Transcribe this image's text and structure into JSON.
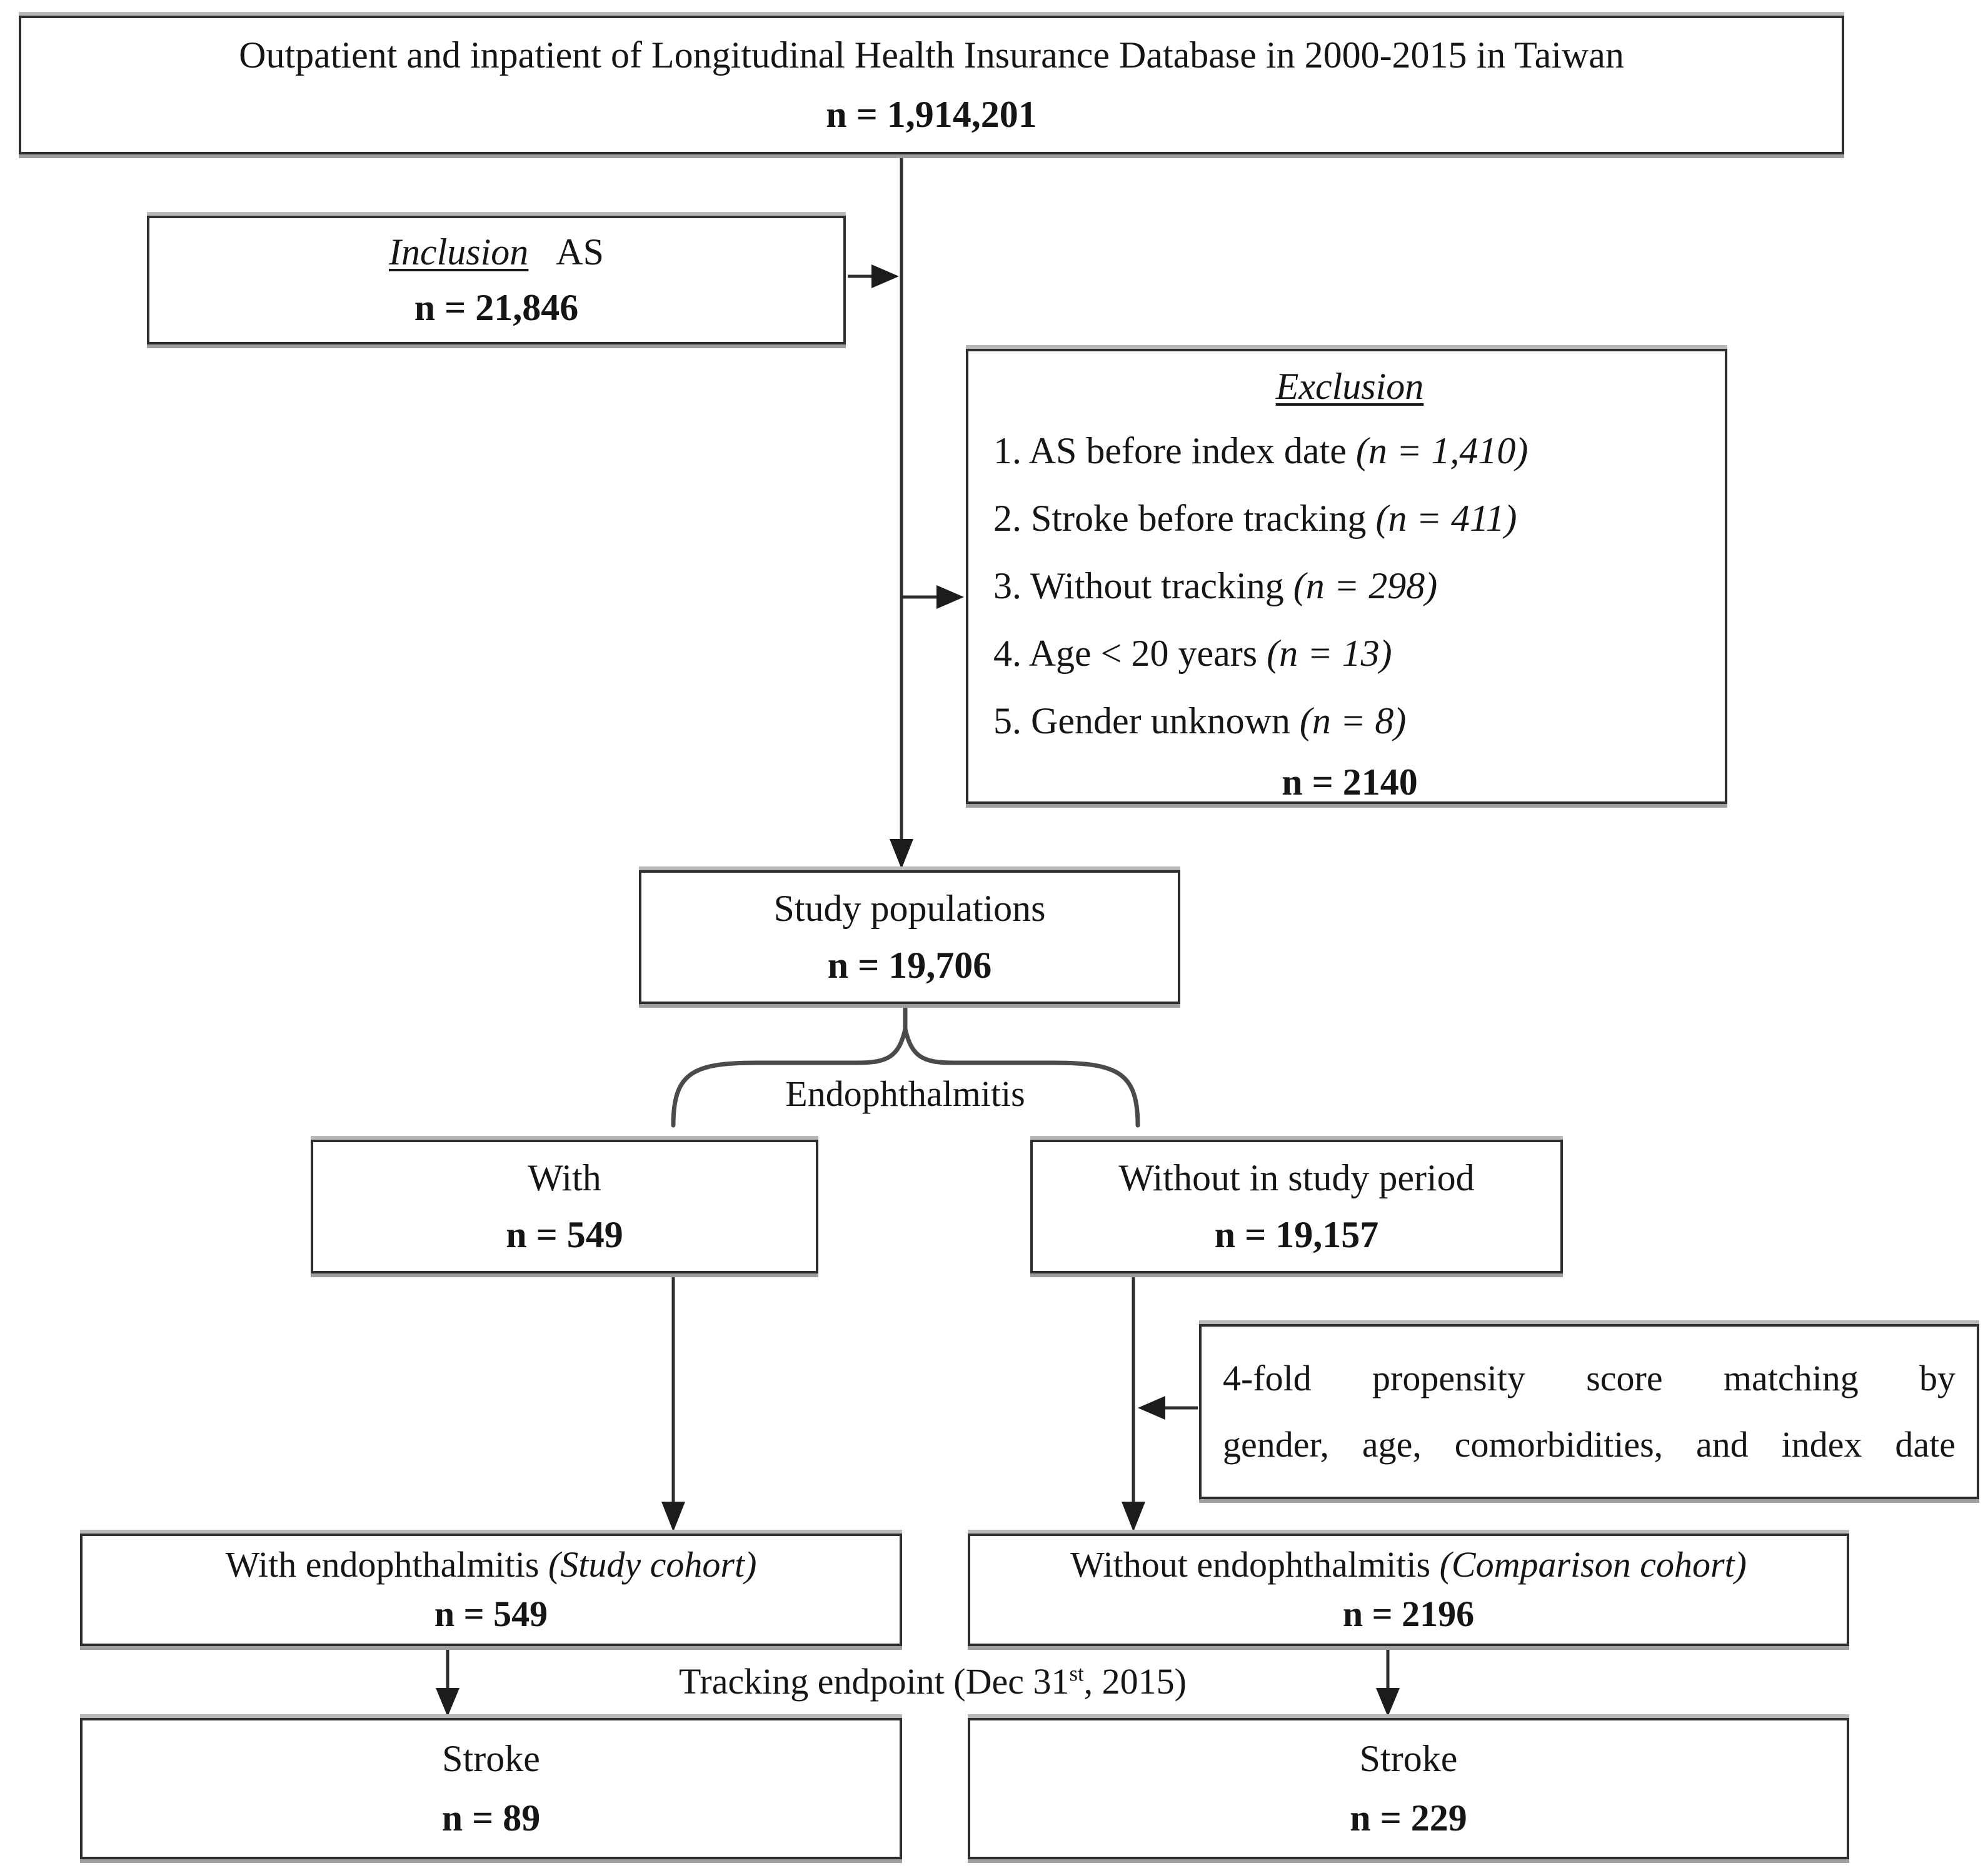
{
  "palette": {
    "ink": "#151515",
    "line": "#2f2f2f",
    "shadow": "#9e9e9e"
  },
  "top_box": {
    "line1": "Outpatient and inpatient of Longitudinal Health Insurance Database in 2000-2015 in Taiwan",
    "n": "n = 1,914,201"
  },
  "inclusion_box": {
    "title_underlined": "Inclusion",
    "title_rest": "AS",
    "n": "n = 21,846"
  },
  "exclusion_box": {
    "title": "Exclusion",
    "items": [
      {
        "text": "1. AS before index date ",
        "note": "(n = 1,410)"
      },
      {
        "text": "2. Stroke before tracking ",
        "note": "(n = 411)"
      },
      {
        "text": "3. Without tracking ",
        "note": "(n = 298)"
      },
      {
        "text": "4. Age < 20 years ",
        "note": "(n = 13)"
      },
      {
        "text": "5. Gender unknown ",
        "note": "(n = 8)"
      }
    ],
    "n": "n = 2140"
  },
  "study_box": {
    "title": "Study populations",
    "n": "n = 19,706"
  },
  "branch_label": "Endophthalmitis",
  "with_box": {
    "title": "With",
    "n": "n = 549"
  },
  "without_box": {
    "title": "Without in study period",
    "n": "n = 19,157"
  },
  "matching_box": {
    "line1": "4-fold propensity score matching by",
    "line2": "gender, age, comorbidities, and index date"
  },
  "study_cohort_box": {
    "title": "With endophthalmitis ",
    "title_italic": "(Study cohort)",
    "n": "n = 549"
  },
  "comparison_cohort_box": {
    "title": "Without endophthalmitis ",
    "title_italic": "(Comparison cohort)",
    "n": "n = 2196"
  },
  "tracking_label": {
    "prefix": "Tracking endpoint (Dec 31",
    "sup": "st",
    "suffix": ", 2015)"
  },
  "stroke_left_box": {
    "title": "Stroke",
    "n": "n = 89"
  },
  "stroke_right_box": {
    "title": "Stroke",
    "n": "n = 229"
  }
}
